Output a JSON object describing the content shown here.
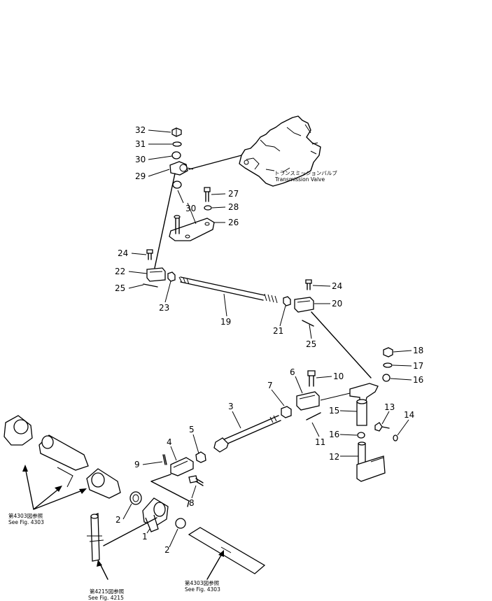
{
  "labels": {
    "32": "32",
    "31": "31",
    "30a": "30",
    "29": "29",
    "30b": "30",
    "27": "27",
    "28": "28",
    "26": "26",
    "24a": "24",
    "22": "22",
    "25a": "25",
    "23": "23",
    "19": "19",
    "24b": "24",
    "20": "20",
    "21": "21",
    "25b": "25",
    "18": "18",
    "17": "17",
    "16a": "16",
    "6": "6",
    "10": "10",
    "7": "7",
    "3": "3",
    "15": "15",
    "13": "13",
    "14": "14",
    "11": "11",
    "16b": "16",
    "12": "12",
    "5": "5",
    "4": "4",
    "9": "9",
    "8": "8",
    "2a": "2",
    "1": "1",
    "2b": "2"
  },
  "refs": {
    "transmission_jp": "トランスミッションバルブ",
    "transmission_en": "Transmission Valve",
    "fig4303_left_jp": "第4303図参照",
    "fig4303_left_en": "See Fig. 4303",
    "fig4215_jp": "第4215図参照",
    "fig4215_en": "See Fig. 4215",
    "fig4303_bottom_jp": "第4303図参照",
    "fig4303_bottom_en": "See Fig. 4303"
  }
}
